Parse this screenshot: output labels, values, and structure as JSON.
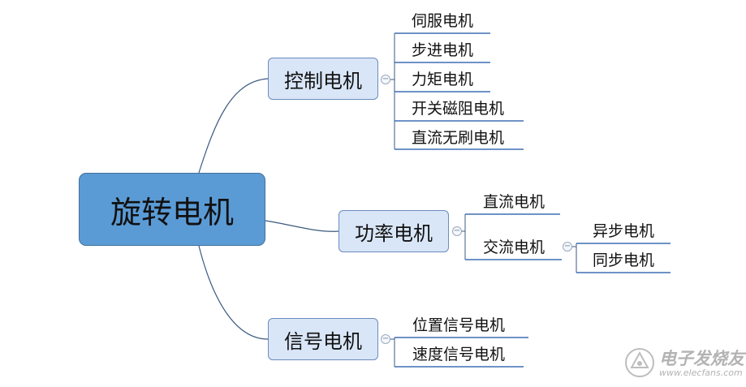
{
  "root": {
    "label": "旋转电机"
  },
  "branches": [
    {
      "label": "控制电机",
      "children": [
        "伺服电机",
        "步进电机",
        "力矩电机",
        "开关磁阻电机",
        "直流无刷电机"
      ]
    },
    {
      "label": "功率电机",
      "children": [
        {
          "label": "直流电机"
        },
        {
          "label": "交流电机",
          "children": [
            "异步电机",
            "同步电机"
          ]
        }
      ]
    },
    {
      "label": "信号电机",
      "children": [
        "位置信号电机",
        "速度信号电机"
      ]
    }
  ],
  "toggle_symbol": "−",
  "watermark": {
    "name": "电子发烧友",
    "url": "www.elecfans.com"
  },
  "colors": {
    "root_fill": "#5b9bd5",
    "branch_fill": "#d9e6f7",
    "line": "#3b5a80",
    "underline": "#3f6fb3"
  }
}
